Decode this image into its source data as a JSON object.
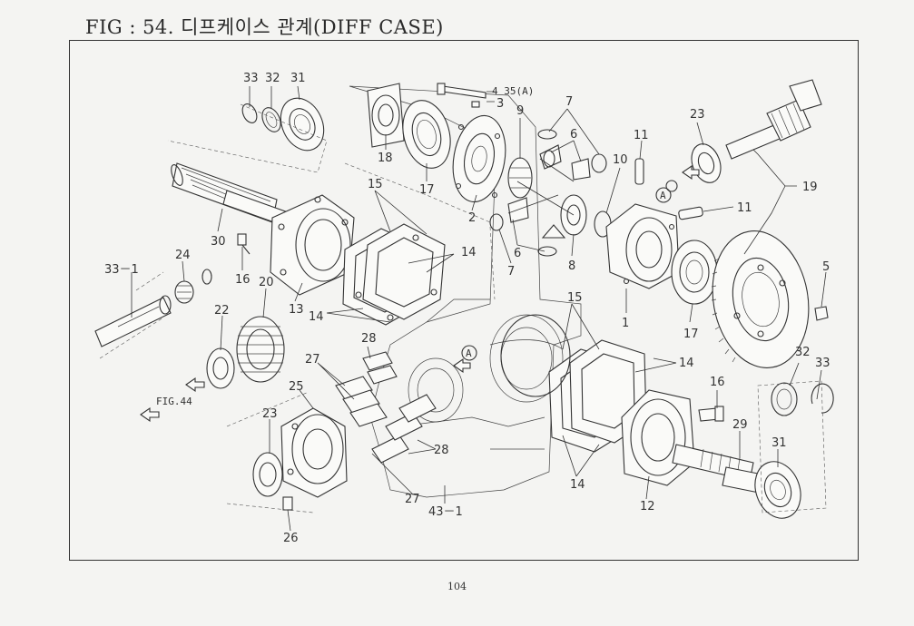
{
  "header": {
    "title": "FIG : 54. 디프케이스 관계(DIFF CASE)"
  },
  "footer": {
    "page_number": "104"
  },
  "diagram": {
    "callouts": [
      {
        "id": "c31a",
        "text": "31"
      },
      {
        "id": "c32a",
        "text": "32"
      },
      {
        "id": "c33a",
        "text": "33"
      },
      {
        "id": "c30",
        "text": "30"
      },
      {
        "id": "c24",
        "text": "24"
      },
      {
        "id": "c33-1",
        "text": "33－1"
      },
      {
        "id": "c16a",
        "text": "16"
      },
      {
        "id": "c20",
        "text": "20"
      },
      {
        "id": "c13",
        "text": "13"
      },
      {
        "id": "c22",
        "text": "22"
      },
      {
        "id": "c14a",
        "text": "14"
      },
      {
        "id": "c15a",
        "text": "15"
      },
      {
        "id": "c14b",
        "text": "14"
      },
      {
        "id": "c18",
        "text": "18"
      },
      {
        "id": "c17a",
        "text": "17"
      },
      {
        "id": "c4-35",
        "text": "4 35(A)"
      },
      {
        "id": "c3",
        "text": "3"
      },
      {
        "id": "c9",
        "text": "9"
      },
      {
        "id": "c7a",
        "text": "7"
      },
      {
        "id": "c6a",
        "text": "6"
      },
      {
        "id": "c6b",
        "text": "6"
      },
      {
        "id": "c2",
        "text": "2"
      },
      {
        "id": "c7b",
        "text": "7"
      },
      {
        "id": "c8",
        "text": "8"
      },
      {
        "id": "c10",
        "text": "10"
      },
      {
        "id": "c11a",
        "text": "11"
      },
      {
        "id": "c11b",
        "text": "11"
      },
      {
        "id": "c23a",
        "text": "23"
      },
      {
        "id": "c19",
        "text": "19"
      },
      {
        "id": "c1",
        "text": "1"
      },
      {
        "id": "c17b",
        "text": "17"
      },
      {
        "id": "c5",
        "text": "5"
      },
      {
        "id": "c28a",
        "text": "28"
      },
      {
        "id": "c27a",
        "text": "27"
      },
      {
        "id": "c25",
        "text": "25"
      },
      {
        "id": "c23b",
        "text": "23"
      },
      {
        "id": "c26",
        "text": "26"
      },
      {
        "id": "c28b",
        "text": "28"
      },
      {
        "id": "c27b",
        "text": "27"
      },
      {
        "id": "c43-1",
        "text": "43－1"
      },
      {
        "id": "c15b",
        "text": "15"
      },
      {
        "id": "c14c",
        "text": "14"
      },
      {
        "id": "c14d",
        "text": "14"
      },
      {
        "id": "c16b",
        "text": "16"
      },
      {
        "id": "c12",
        "text": "12"
      },
      {
        "id": "c29",
        "text": "29"
      },
      {
        "id": "c31b",
        "text": "31"
      },
      {
        "id": "c32b",
        "text": "32"
      },
      {
        "id": "c33b",
        "text": "33"
      }
    ],
    "references": [
      {
        "id": "ref-fig44",
        "text": "FIG.44"
      },
      {
        "id": "ref-a1",
        "text": "A"
      },
      {
        "id": "ref-a2",
        "text": "A"
      }
    ]
  }
}
